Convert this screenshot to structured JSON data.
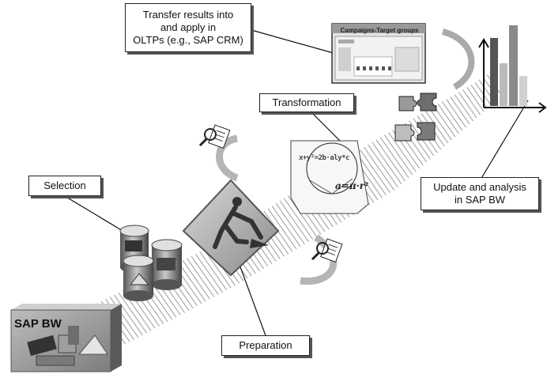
{
  "callouts": {
    "transfer_line1": "Transfer results into",
    "transfer_line2": "and apply in",
    "transfer_line3": "OLTPs (e.g., SAP CRM)",
    "transformation": "Transformation",
    "selection": "Selection",
    "update_line1": "Update and analysis",
    "update_line2": "in SAP BW",
    "preparation": "Preparation"
  },
  "sap_bw_label": "SAP BW",
  "screen_title": "Campaigns-Target groups",
  "formula_text": "x+y²=2b·aly*c",
  "formula_pi": "a=π·r²",
  "icons": [
    "database-icon",
    "construction-worker-sign-icon",
    "magnifier-document-icon",
    "puzzle-pieces-icon",
    "bar-chart-icon",
    "formula-sphere-icon",
    "screen-window-icon",
    "sap-bw-box-icon"
  ]
}
